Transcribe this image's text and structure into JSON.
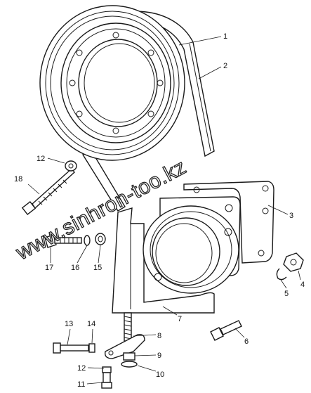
{
  "watermark": "www.sinhron-too.kz",
  "callouts": [
    {
      "id": "c1",
      "text": "1"
    },
    {
      "id": "c2",
      "text": "2"
    },
    {
      "id": "c3",
      "text": "3"
    },
    {
      "id": "c4",
      "text": "4"
    },
    {
      "id": "c5",
      "text": "5"
    },
    {
      "id": "c6",
      "text": "6"
    },
    {
      "id": "c7",
      "text": "7"
    },
    {
      "id": "c8",
      "text": "8"
    },
    {
      "id": "c9",
      "text": "9"
    },
    {
      "id": "c10",
      "text": "10"
    },
    {
      "id": "c11",
      "text": "11"
    },
    {
      "id": "c12a",
      "text": "12"
    },
    {
      "id": "c12b",
      "text": "12"
    },
    {
      "id": "c13",
      "text": "13"
    },
    {
      "id": "c14",
      "text": "14"
    },
    {
      "id": "c15",
      "text": "15"
    },
    {
      "id": "c16",
      "text": "16"
    },
    {
      "id": "c17",
      "text": "17"
    },
    {
      "id": "c18",
      "text": "18"
    }
  ]
}
